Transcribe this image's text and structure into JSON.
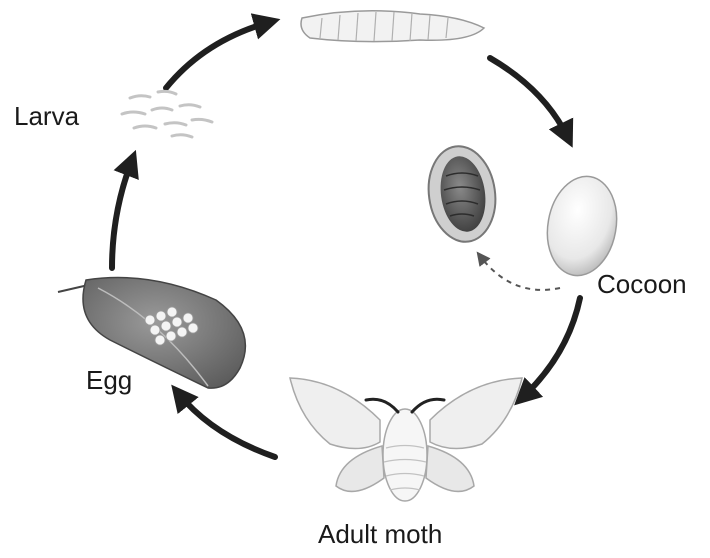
{
  "stages": [
    {
      "id": "larva",
      "label": "Larva"
    },
    {
      "id": "cocoon",
      "label": "Cocoon"
    },
    {
      "id": "adult_moth",
      "label": "Adult moth"
    },
    {
      "id": "egg",
      "label": "Egg"
    }
  ],
  "colors": {
    "arrow": "#1f1f1f",
    "leaf": "#7d7d7d",
    "cocoon": "#e6e6e6",
    "moth": "#eeeeee"
  }
}
